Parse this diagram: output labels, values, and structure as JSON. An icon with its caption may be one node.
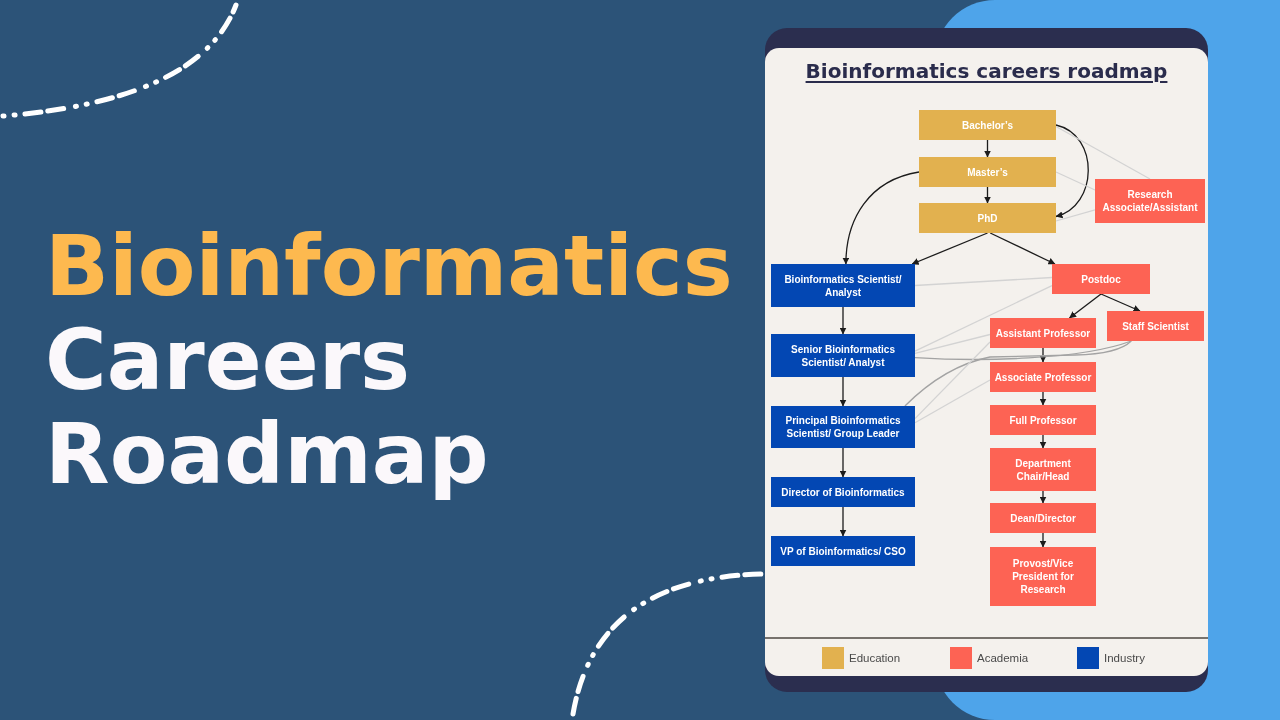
{
  "diagram": {
    "title": "Bioinformatics Careers Roadmap",
    "nodes": [
      {
        "text": [
          "Bachelor’s"
        ]
      },
      {
        "text": [
          "Master’s"
        ]
      },
      {
        "text": [
          "PhD"
        ]
      },
      {
        "text": [
          "Research Associate/Assistant"
        ]
      },
      {
        "text": [
          "Bioinformatics Scientist/ Analyst"
        ]
      },
      {
        "text": [
          "Senior Bioinformatics Scientist/ Analyst"
        ]
      },
      {
        "text": [
          "Principal Bioinformatics Scientist/ Group Leader"
        ]
      },
      {
        "text": [
          "Director of Bioinformatics"
        ]
      },
      {
        "text": [
          "VP of Bioinformatics/ CSO"
        ]
      },
      {
        "text": [
          "Postdoc"
        ]
      },
      {
        "text": [
          "Assistant Professor"
        ]
      },
      {
        "text": [
          "Staff Scientist"
        ]
      },
      {
        "text": [
          "Associate Professor"
        ]
      },
      {
        "text": [
          "Full Professor"
        ]
      },
      {
        "text": [
          "Department Chair/Head"
        ]
      },
      {
        "text": [
          "Dean/Director"
        ]
      },
      {
        "text": [
          "Provost/Vice President for Research"
        ]
      }
    ],
    "edges": [
      {
        "from": 0,
        "to": 1,
        "arrow": "to"
      },
      {
        "from": 1,
        "to": 2,
        "arrow": "to"
      },
      {
        "from": 0,
        "to": 2,
        "arrow": "to"
      },
      {
        "from": 1,
        "to": 4,
        "arrow": "to"
      },
      {
        "from": 2,
        "to": 4,
        "arrow": "to"
      },
      {
        "from": 2,
        "to": 9,
        "arrow": "to"
      },
      {
        "from": 9,
        "to": 10,
        "arrow": "to"
      },
      {
        "from": 9,
        "to": 11,
        "arrow": "to"
      },
      {
        "from": 4,
        "to": 5,
        "arrow": "to"
      },
      {
        "from": 5,
        "to": 6,
        "arrow": "to"
      },
      {
        "from": 6,
        "to": 7,
        "arrow": "to"
      },
      {
        "from": 7,
        "to": 8,
        "arrow": "to"
      },
      {
        "from": 10,
        "to": 12,
        "arrow": "to"
      },
      {
        "from": 12,
        "to": 13,
        "arrow": "to"
      },
      {
        "from": 13,
        "to": 14,
        "arrow": "to"
      },
      {
        "from": 14,
        "to": 15,
        "arrow": "to"
      },
      {
        "from": 15,
        "to": 16,
        "arrow": "to"
      },
      {
        "from": 0,
        "to": 3,
        "arrow": "none",
        "color": "#d3d3d3"
      },
      {
        "from": 1,
        "to": 3,
        "arrow": "none",
        "color": "#d3d3d3"
      },
      {
        "from": 3,
        "to": 2,
        "arrow": "none",
        "color": "#d3d3d3"
      },
      {
        "from": 4,
        "to": 9,
        "arrow": "none",
        "color": "#d3d3d3"
      },
      {
        "from": 5,
        "to": 9,
        "arrow": "none",
        "color": "#d3d3d3"
      },
      {
        "from": 5,
        "to": 10,
        "arrow": "none",
        "color": "#d3d3d3"
      },
      {
        "from": 5,
        "to": 11,
        "arrow": "none",
        "color": "#a3a3a3"
      },
      {
        "from": 6,
        "to": 11,
        "arrow": "none",
        "color": "#a3a3a3"
      },
      {
        "from": 6,
        "to": 10,
        "arrow": "none",
        "color": "#d3d3d3"
      },
      {
        "from": 6,
        "to": 12,
        "arrow": "none",
        "color": "#d3d3d3"
      }
    ],
    "labels": [
      "Bioinformatics careers roadmap"
    ],
    "legend": [
      {
        "text": "Education",
        "color": "#e2b14f"
      },
      {
        "text": "Academia",
        "color": "#fd6354"
      },
      {
        "text": "Industry",
        "color": "#0347b3"
      }
    ]
  }
}
